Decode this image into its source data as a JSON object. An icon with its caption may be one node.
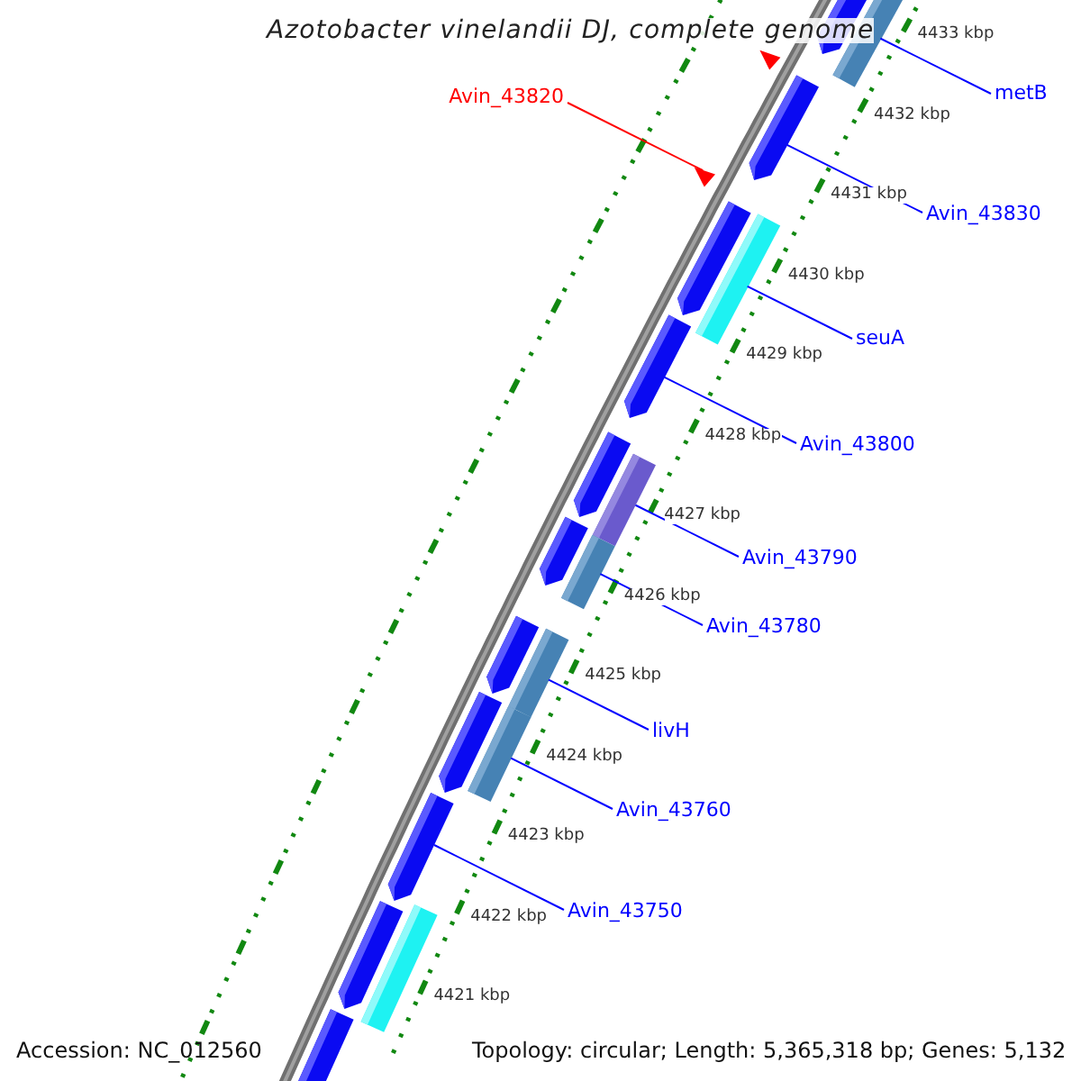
{
  "diagram": {
    "title": "Azotobacter vinelandii DJ, complete genome",
    "nodes": [
      {
        "text": [],
        "shape": "arrow"
      },
      {
        "text": [],
        "shape": "bar"
      },
      {
        "text": [],
        "shape": "arrow"
      },
      {
        "text": [],
        "shape": "arrow"
      },
      {
        "text": [],
        "shape": "bar"
      },
      {
        "text": [],
        "shape": "arrow"
      },
      {
        "text": [],
        "shape": "arrow"
      },
      {
        "text": [],
        "shape": "bar"
      },
      {
        "text": [],
        "shape": "arrow"
      },
      {
        "text": [],
        "shape": "bar"
      },
      {
        "text": [],
        "shape": "arrow"
      },
      {
        "text": [],
        "shape": "bar"
      },
      {
        "text": [],
        "shape": "arrow"
      },
      {
        "text": [],
        "shape": "bar"
      },
      {
        "text": [],
        "shape": "arrow"
      },
      {
        "text": [],
        "shape": "arrow"
      },
      {
        "text": [],
        "shape": "bar"
      },
      {
        "text": [],
        "shape": "arrow"
      },
      {
        "text": [],
        "shape": "triangle"
      },
      {
        "text": [],
        "shape": "triangle"
      },
      {
        "text": [
          "metB"
        ]
      },
      {
        "text": [
          "Avin_43820"
        ]
      },
      {
        "text": [
          "Avin_43830"
        ]
      },
      {
        "text": [
          "seuA"
        ]
      },
      {
        "text": [
          "Avin_43800"
        ]
      },
      {
        "text": [
          "Avin_43790"
        ]
      },
      {
        "text": [
          "Avin_43780"
        ]
      },
      {
        "text": [
          "livH"
        ]
      },
      {
        "text": [
          "Avin_43760"
        ]
      },
      {
        "text": [
          "Avin_43750"
        ]
      }
    ],
    "edges": [
      {
        "from": 20,
        "to": 1,
        "arrow": "none"
      },
      {
        "from": 21,
        "to": 19,
        "arrow": "none",
        "color": "#ff0000"
      },
      {
        "from": 22,
        "to": 2,
        "arrow": "none"
      },
      {
        "from": 23,
        "to": 4,
        "arrow": "none"
      },
      {
        "from": 24,
        "to": 5,
        "arrow": "none"
      },
      {
        "from": 25,
        "to": 7,
        "arrow": "none"
      },
      {
        "from": 26,
        "to": 9,
        "arrow": "none"
      },
      {
        "from": 27,
        "to": 11,
        "arrow": "none"
      },
      {
        "from": 28,
        "to": 13,
        "arrow": "none"
      },
      {
        "from": 29,
        "to": 14,
        "arrow": "none"
      }
    ],
    "labels": [
      "4433 kbp",
      "4432 kbp",
      "4431 kbp",
      "4430 kbp",
      "4429 kbp",
      "4428 kbp",
      "4427 kbp",
      "4426 kbp",
      "4425 kbp",
      "4424 kbp",
      "4423 kbp",
      "4422 kbp",
      "4421 kbp",
      "Accession: NC_012560",
      "Topology: circular; Length: 5,365,318 bp; Genes: 5,132"
    ]
  }
}
